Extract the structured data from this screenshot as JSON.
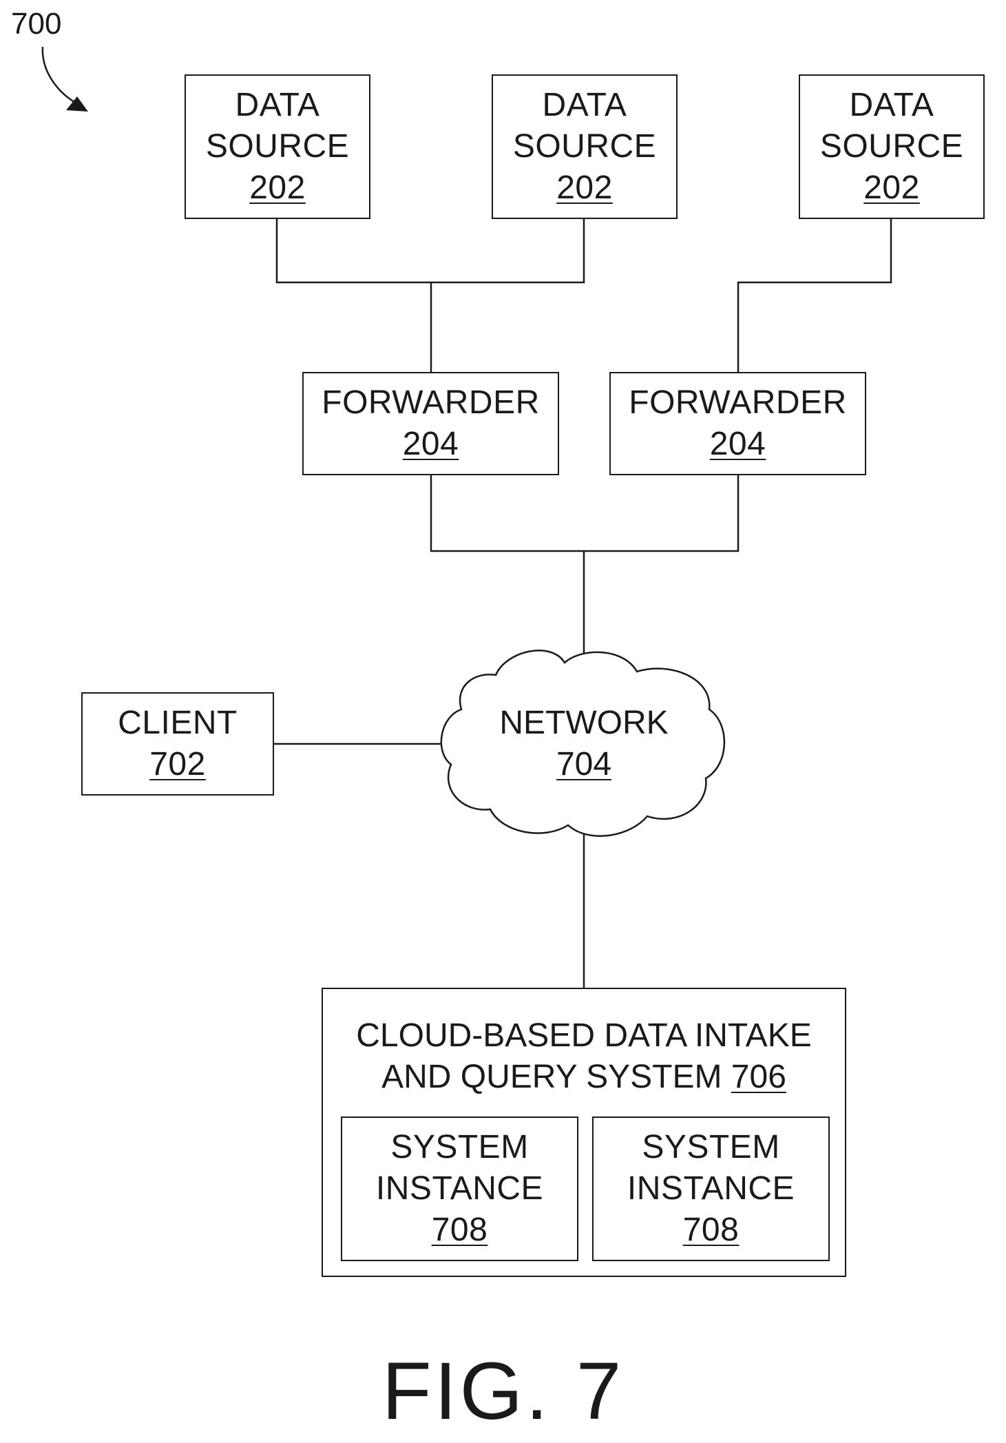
{
  "figure": {
    "ref_label": "700",
    "caption": "FIG. 7"
  },
  "data_sources": [
    {
      "title_1": "DATA",
      "title_2": "SOURCE",
      "number": "202"
    },
    {
      "title_1": "DATA",
      "title_2": "SOURCE",
      "number": "202"
    },
    {
      "title_1": "DATA",
      "title_2": "SOURCE",
      "number": "202"
    }
  ],
  "forwarders": [
    {
      "title": "FORWARDER",
      "number": "204"
    },
    {
      "title": "FORWARDER",
      "number": "204"
    }
  ],
  "client": {
    "title": "CLIENT",
    "number": "702"
  },
  "network": {
    "title": "NETWORK",
    "number": "704"
  },
  "cloud_system": {
    "title_1": "CLOUD-BASED DATA INTAKE",
    "title_2": "AND QUERY SYSTEM",
    "number": "706",
    "instances": [
      {
        "title_1": "SYSTEM",
        "title_2": "INSTANCE",
        "number": "708"
      },
      {
        "title_1": "SYSTEM",
        "title_2": "INSTANCE",
        "number": "708"
      }
    ]
  }
}
